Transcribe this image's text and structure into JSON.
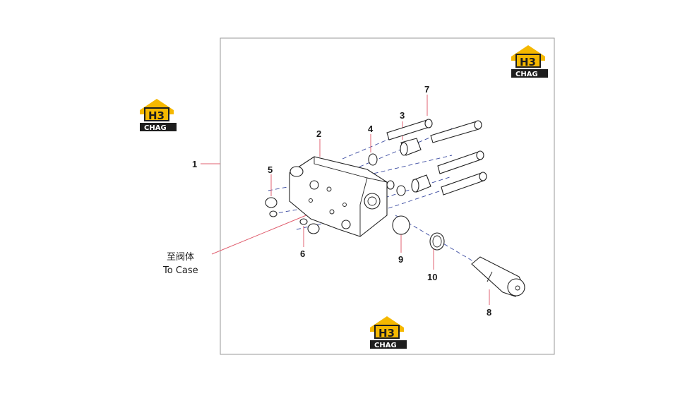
{
  "diagram": {
    "labels": {
      "assembly": "1",
      "housing": "2",
      "plug": "3",
      "o_ring_small": "4",
      "o_ring_left": "5",
      "o_ring_pair": "6",
      "bolt": "7",
      "fitting": "8",
      "o_ring_right": "9",
      "washer": "10"
    },
    "note_cn": "至阀体",
    "note_en": "To Case"
  },
  "logos": {
    "brand_top": "H3",
    "brand_bottom": "CHAG",
    "primary_color": "#f5b800",
    "dark_color": "#1e1e1e"
  },
  "colors": {
    "frame": "#999999",
    "leader": "#e06070",
    "dash": "#3a4aa0"
  }
}
